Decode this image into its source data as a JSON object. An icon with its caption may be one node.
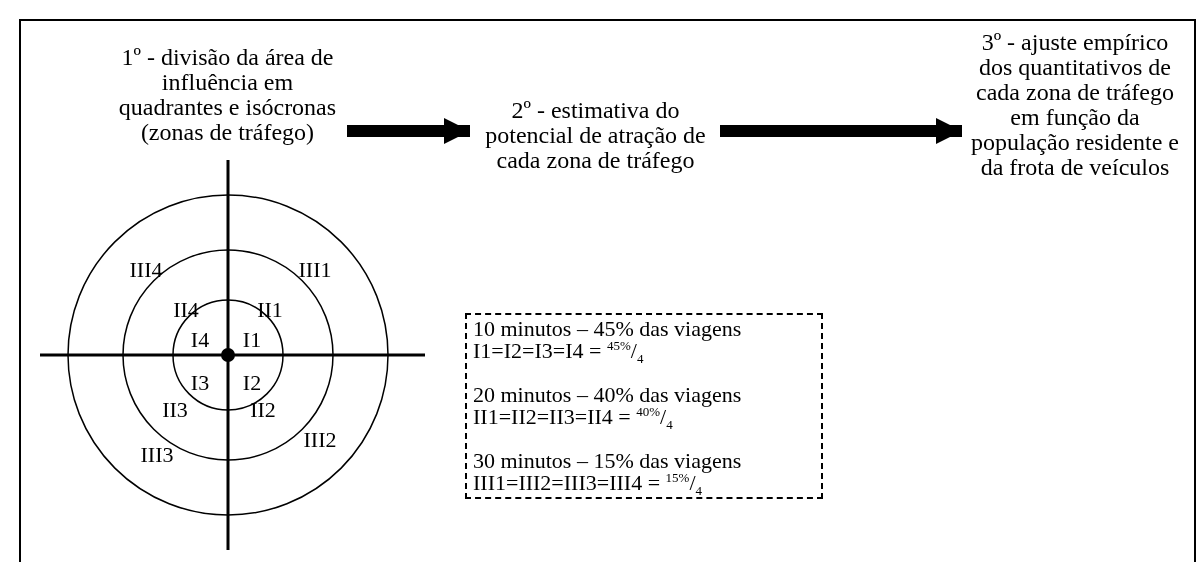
{
  "diagram": {
    "nodes": [
      {
        "text": [
          "1º - divisão da área de influência em quadrantes e isócronas (zonas de tráfego)"
        ]
      },
      {
        "text": [
          "2º - estimativa do potencial de atração de cada zona de tráfego"
        ]
      },
      {
        "text": [
          "3º - ajuste empírico dos quantitativos de cada zona de tráfego em função da população residente e da frota de veículos"
        ]
      },
      {
        "text": [
          "10 minutos – 45% das viagens",
          "I1=I2=I3=I4 = $^{45%}$/$_{4}$",
          "20 minutos – 40% das viagens",
          "II1=II2=II3=II4 = $^{40%}$/$_{4}$",
          "30 minutos – 15% das viagens",
          "III1=III2=III3=III4 = $^{15%}$/$_{4}$"
        ]
      }
    ],
    "edges": [
      {
        "from": 0,
        "to": 1,
        "arrow": "to"
      },
      {
        "from": 1,
        "to": 2,
        "arrow": "to"
      }
    ],
    "labels": [
      "III4",
      "III1",
      "II4",
      "II1",
      "I4",
      "I1",
      "I3",
      "I2",
      "II3",
      "II2",
      "III2",
      "III3"
    ]
  }
}
